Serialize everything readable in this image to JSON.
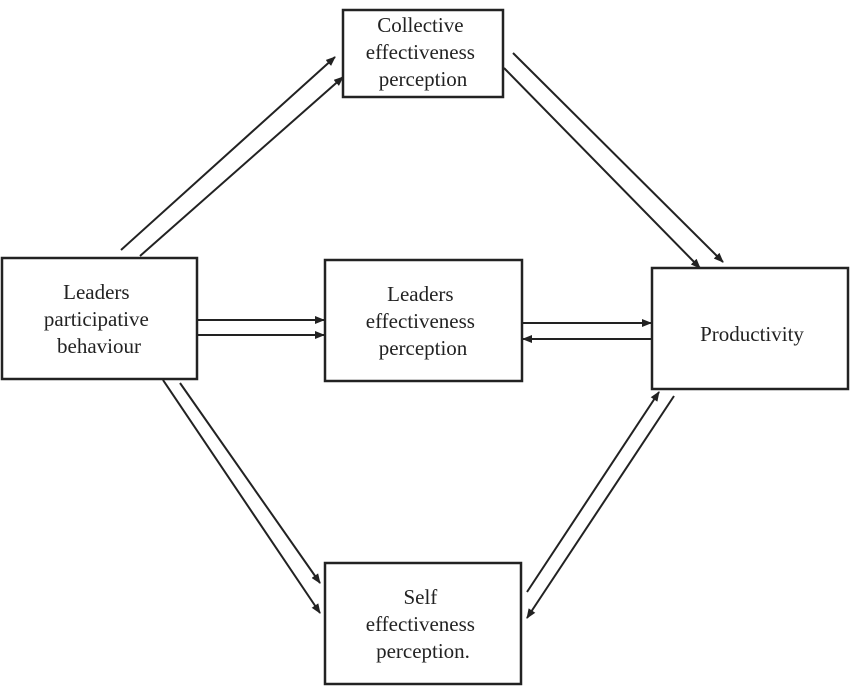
{
  "diagram": {
    "type": "flow-model",
    "nodes": [
      {
        "id": "lpb",
        "lines": [
          "Leaders",
          "participative",
          "behaviour"
        ]
      },
      {
        "id": "cep",
        "lines": [
          "Collective",
          "effectiveness",
          "perception"
        ]
      },
      {
        "id": "lep",
        "lines": [
          "Leaders",
          "effectiveness",
          "perception"
        ]
      },
      {
        "id": "prod",
        "lines": [
          "Productivity"
        ]
      },
      {
        "id": "sep",
        "lines": [
          "Self",
          "effectiveness",
          "perception."
        ]
      }
    ],
    "edges": [
      {
        "from": "lpb",
        "to": "cep"
      },
      {
        "from": "lpb",
        "to": "cep"
      },
      {
        "from": "lpb",
        "to": "lep"
      },
      {
        "from": "lpb",
        "to": "lep"
      },
      {
        "from": "lpb",
        "to": "sep"
      },
      {
        "from": "lpb",
        "to": "sep"
      },
      {
        "from": "cep",
        "to": "prod"
      },
      {
        "from": "cep",
        "to": "prod"
      },
      {
        "from": "lep",
        "to": "prod"
      },
      {
        "from": "prod",
        "to": "lep"
      },
      {
        "from": "sep",
        "to": "prod"
      },
      {
        "from": "prod",
        "to": "sep"
      }
    ]
  }
}
